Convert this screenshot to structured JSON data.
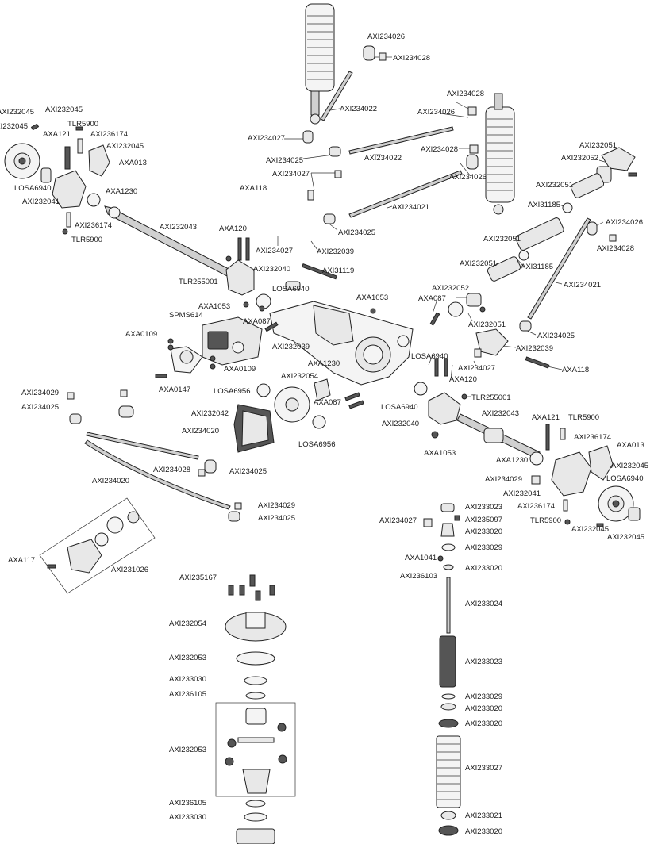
{
  "labels": [
    "AXI234026",
    "AXI234028",
    "AXI234022",
    "AXI234028",
    "AXI234026",
    "AXI234027",
    "AXI234025",
    "AXI234022",
    "AXI234028",
    "AXI234027",
    "AXI234026",
    "AXI234021",
    "AXI234025",
    "AXI232039",
    "AXI234027",
    "AXI232051",
    "AXI232052",
    "AXI232051",
    "AXI31185",
    "AXI234026",
    "AXI234028",
    "AXI232051",
    "AXI232051",
    "AXI31185",
    "AXI234021",
    "AXI232052",
    "AXA087",
    "AXI232051",
    "AXI234025",
    "AXI232039",
    "AXA118",
    "AXI234027",
    "AXA120",
    "LOSA6940",
    "TLR255001",
    "AXI232045",
    "AXI232045",
    "AXI232045",
    "TLR5900",
    "AXA121",
    "AXI236174",
    "AXI232045",
    "AXA013",
    "LOSA6940",
    "AXI232041",
    "AXA1230",
    "AXI236174",
    "TLR5900",
    "AXI232043",
    "AXA118",
    "AXA120",
    "TLR255001",
    "AXI232040",
    "AXA1053",
    "SPMS614",
    "AXA087",
    "LOSA6940",
    "AXI31119",
    "AXA1053",
    "AXA0109",
    "AXA0109",
    "AXA0147",
    "AXI232039",
    "LOSA6956",
    "AXI232054",
    "AXA1230",
    "AXA087",
    "AXI232042",
    "LOSA6940",
    "LOSA6956",
    "AXI232040",
    "AXI232043",
    "AXA1053",
    "AXA1230",
    "AXA121",
    "TLR5900",
    "AXI236174",
    "AXA013",
    "AXI232045",
    "AXI234029",
    "LOSA6940",
    "AXI232041",
    "AXI236174",
    "TLR5900",
    "AXI232045",
    "AXI232045",
    "AXI234029",
    "AXI234025",
    "AXI234020",
    "AXI234028",
    "AXI234025",
    "AXI234020",
    "AXI234029",
    "AXI234025",
    "AXA117",
    "AXI231026",
    "AXI233023",
    "AXI235097",
    "AXI234027",
    "AXI233020",
    "AXI233029",
    "AXA1041",
    "AXI233020",
    "AXI236103",
    "AXI233024",
    "AXI233023",
    "AXI233029",
    "AXI233020",
    "AXI233020",
    "AXI233027",
    "AXI233021",
    "AXI233020",
    "AXI235167",
    "AXI232054",
    "AXI232053",
    "AXI233030",
    "AXI236105",
    "AXI232053",
    "AXI236105",
    "AXI233030"
  ]
}
